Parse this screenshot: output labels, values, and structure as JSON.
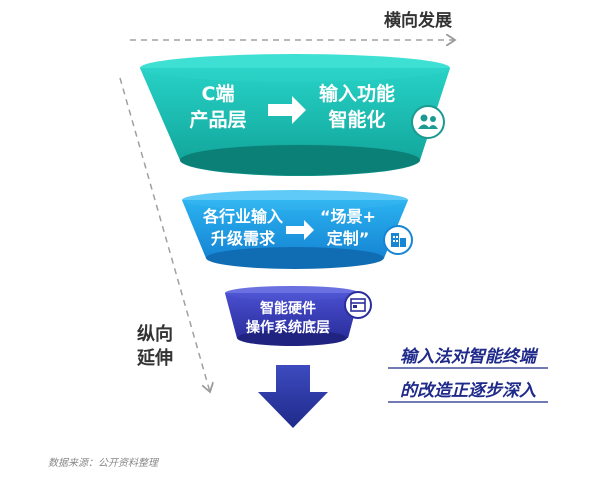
{
  "header": {
    "horizontal_label": "横向发展"
  },
  "side": {
    "vertical_label_line1": "纵向",
    "vertical_label_line2": "延伸"
  },
  "funnel": {
    "tier1": {
      "left_line1": "C端",
      "left_line2": "产品层",
      "right_line1": "输入功能",
      "right_line2": "智能化",
      "icon": "users-icon",
      "color": "#22c3b8"
    },
    "tier2": {
      "left_line1": "各行业输入",
      "left_line2": "升级需求",
      "right_line1": "“场景+",
      "right_line2": "定制”",
      "icon": "building-icon",
      "color": "#1fa0e6"
    },
    "tier3": {
      "line1": "智能硬件",
      "line2": "操作系统底层",
      "icon": "window-icon",
      "color": "#3a3eb8"
    },
    "arrow_icon": "arrow-right-icon",
    "down_arrow_icon": "arrow-down-icon"
  },
  "callout": {
    "line1": "输入法对智能终端",
    "line2": "的改造正逐步深入",
    "color": "#1f2a8a"
  },
  "source": "数据来源：公开资料整理"
}
